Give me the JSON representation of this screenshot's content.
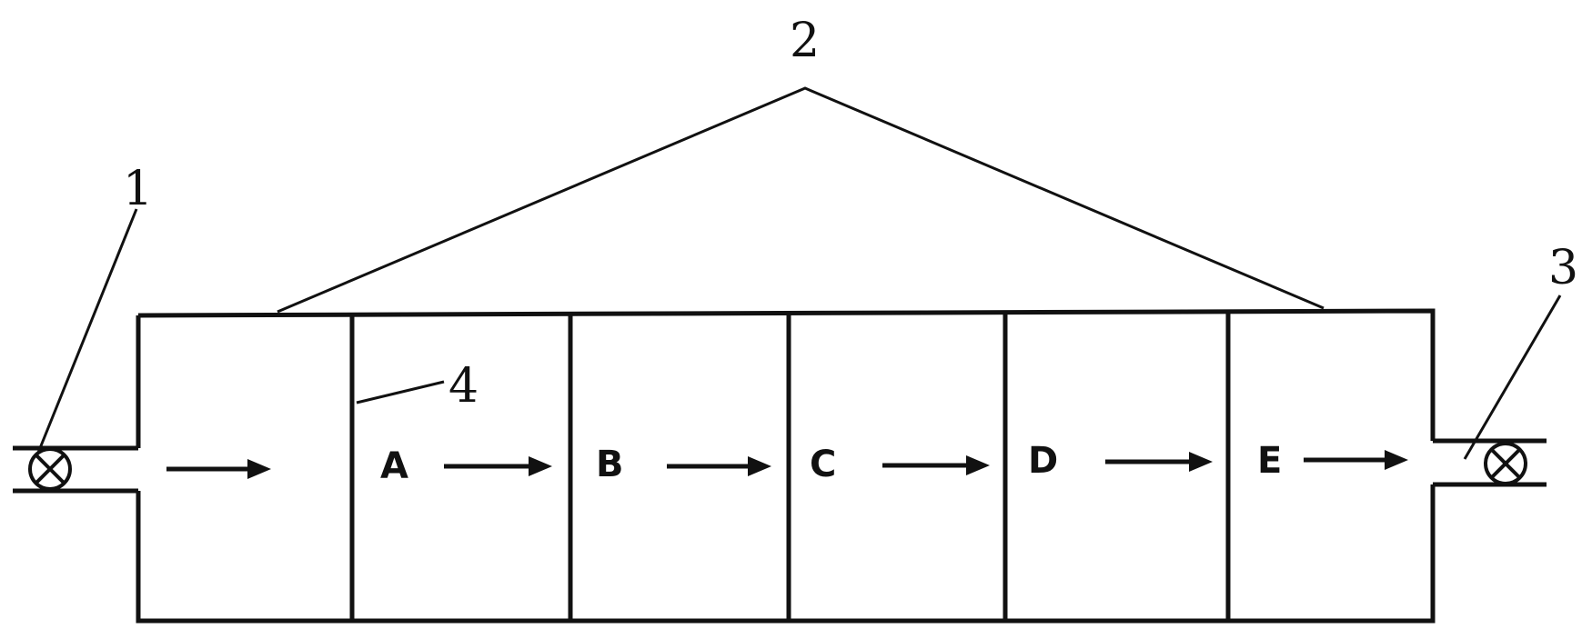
{
  "labels": {
    "valve_in": "1",
    "compartments": "2",
    "valve_out": "3",
    "partition": "4"
  },
  "zones": [
    "A",
    "B",
    "C",
    "D",
    "E"
  ]
}
